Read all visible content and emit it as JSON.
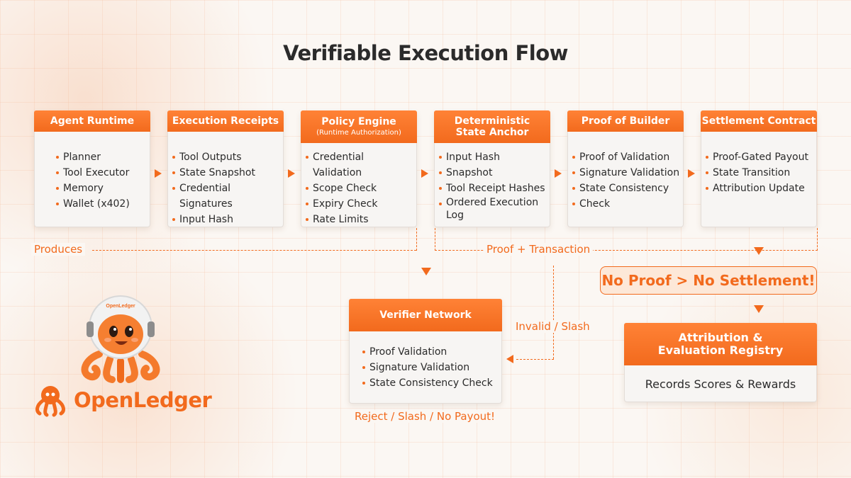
{
  "title": "Verifiable Execution Flow",
  "stages": [
    {
      "title": "Agent Runtime",
      "subtitle": "",
      "items": [
        "Planner",
        "Tool Executor",
        "Memory",
        "Wallet (x402)"
      ]
    },
    {
      "title": "Execution Receipts",
      "subtitle": "",
      "items": [
        "Tool Outputs",
        "State Snapshot",
        "Credential Signatures",
        "Input Hash"
      ]
    },
    {
      "title": "Policy Engine",
      "subtitle": "(Runtime Authorization)",
      "items": [
        "Credential Validation",
        "Scope Check",
        "Expiry Check",
        "Rate Limits"
      ]
    },
    {
      "title": "Deterministic State Anchor",
      "subtitle": "",
      "items": [
        "Input Hash",
        "Snapshot",
        "Tool Receipt Hashes",
        "Ordered Execution Log"
      ]
    },
    {
      "title": "Proof of  Builder",
      "subtitle": "",
      "items": [
        "Proof of Validation",
        "Signature Validation",
        "State Consistency",
        "Check"
      ]
    },
    {
      "title": "Settlement Contract",
      "subtitle": "",
      "items": [
        "Proof-Gated Payout",
        "State Transition",
        "Attribution Update"
      ]
    }
  ],
  "verifier": {
    "title": "Verifier Network",
    "items": [
      "Proof Validation",
      "Signature Validation",
      "State Consistency Check"
    ]
  },
  "registry": {
    "title_line1": "Attribution &",
    "title_line2": "Evaluation Registry",
    "body": "Records Scores & Rewards"
  },
  "labels": {
    "produces": "Produces",
    "proof_transaction": "Proof + Transaction",
    "invalid_slash": "Invalid / Slash",
    "reject": "Reject / Slash / No Payout!",
    "no_proof": "No Proof > No Settlement!"
  },
  "brand": {
    "name": "OpenLedger",
    "mascot_helmet_text": "OpenLedger"
  },
  "colors": {
    "accent": "#f26a1d",
    "text": "#2b2b2b",
    "card_bg": "#f7f5f3",
    "pill_bg": "#fde8d8"
  }
}
